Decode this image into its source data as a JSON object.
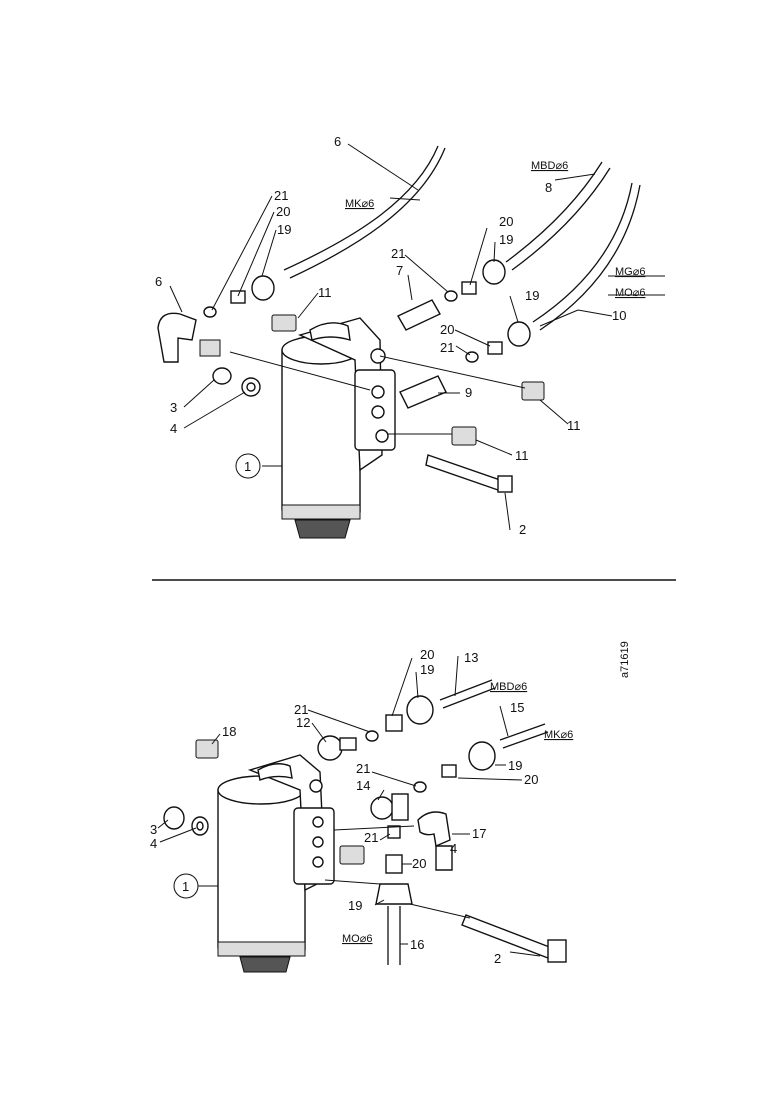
{
  "figure_id": "a71619",
  "top": {
    "labels": {
      "l1": "1",
      "l2": "2",
      "l3": "3",
      "l4": "4",
      "l5": "6",
      "l6": "6",
      "l7": "7",
      "l8": "8",
      "l9": "9",
      "l10": "10",
      "l11a": "11",
      "l11b": "11",
      "l11c": "11",
      "l19a": "19",
      "l19b": "19",
      "l19c": "19",
      "l20a": "20",
      "l20b": "20",
      "l20c": "20",
      "l21a": "21",
      "l21b": "21",
      "l21c": "21"
    },
    "codes": {
      "mk": "MK⌀6",
      "mbd": "MBD⌀6",
      "mg": "MG⌀6",
      "mo": "MO⌀6"
    }
  },
  "bottom": {
    "labels": {
      "l1": "1",
      "l2": "2",
      "l3": "3",
      "l4": "4",
      "l4b": "4",
      "l12": "12",
      "l13": "13",
      "l14": "14",
      "l15": "15",
      "l16": "16",
      "l17": "17",
      "l18": "18",
      "l19a": "19",
      "l19b": "19",
      "l19c": "19",
      "l20a": "20",
      "l20b": "20",
      "l20c": "20",
      "l21a": "21",
      "l21b": "21",
      "l21c": "21"
    },
    "codes": {
      "mbd": "MBD⌀6",
      "mk": "MK⌀6",
      "mo": "MO⌀6"
    }
  }
}
